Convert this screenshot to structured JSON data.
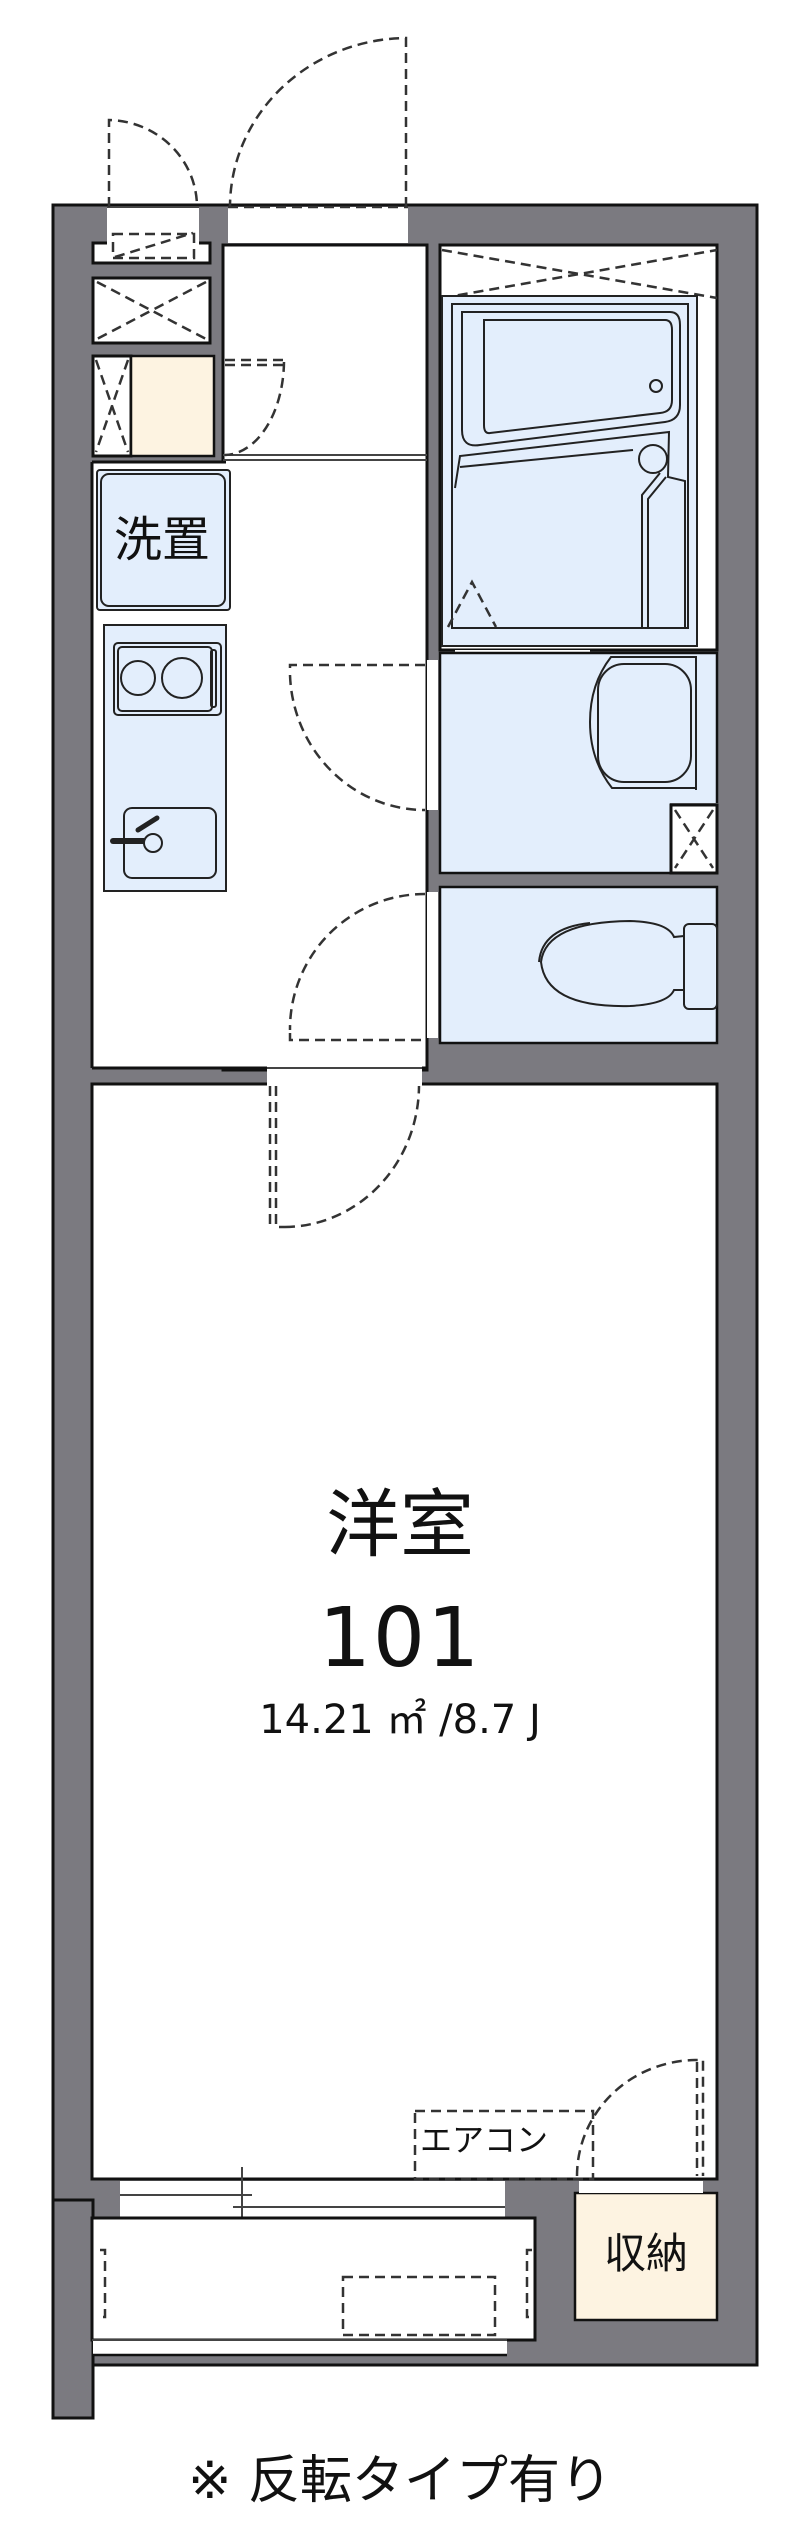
{
  "plan": {
    "unit_number": "101",
    "rooms": {
      "main_room": {
        "label": "洋室",
        "number": "101",
        "area": "14.21 ㎡ /8.7 J"
      },
      "washer_space": {
        "label": "洗置"
      },
      "storage": {
        "label": "収納"
      },
      "air_conditioner": {
        "label": "エアコン"
      }
    },
    "footnote": "※ 反転タイプ有り"
  },
  "colors": {
    "wall": "#7b7a80",
    "wet_area": "#e3eefc",
    "storage": "#fdf3e1",
    "line": "#111111",
    "dash": "#333333"
  }
}
